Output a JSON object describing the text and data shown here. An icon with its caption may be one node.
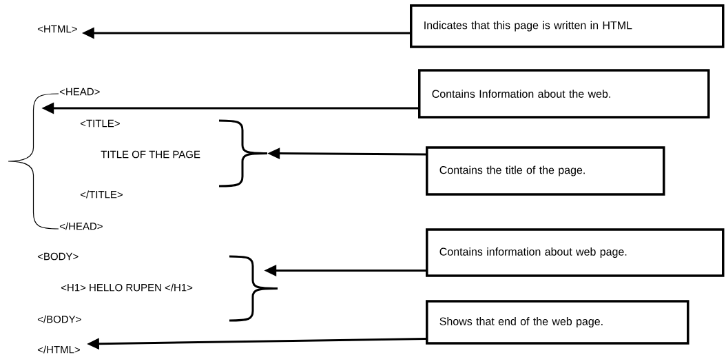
{
  "diagram": {
    "nodes": [
      {
        "text": [
          "<HTML>"
        ]
      },
      {
        "text": [
          "Indicates that this page is written in HTML"
        ]
      },
      {
        "text": [],
        "shape": "brace"
      },
      {
        "text": [
          "Contains Information about the web."
        ]
      },
      {
        "text": [],
        "shape": "brace"
      },
      {
        "text": [
          "Contains the title of the page."
        ]
      },
      {
        "text": [],
        "shape": "brace"
      },
      {
        "text": [
          "Contains information about web page."
        ]
      },
      {
        "text": [
          "Shows that end of the web page."
        ]
      },
      {
        "text": [
          "</HTML>"
        ]
      }
    ],
    "edges": [
      {
        "from": 1,
        "to": 0,
        "arrow": "to"
      },
      {
        "from": 3,
        "to": 2,
        "arrow": "to"
      },
      {
        "from": 5,
        "to": 4,
        "arrow": "to"
      },
      {
        "from": 7,
        "to": 6,
        "arrow": "to"
      },
      {
        "from": 8,
        "to": 9,
        "arrow": "to"
      }
    ],
    "labels": [
      "<HEAD>",
      "<TITLE>",
      "TITLE OF THE PAGE",
      "</TITLE>",
      "</HEAD>",
      "<BODY>",
      "<H1> HELLO RUPEN </H1>",
      "</BODY>"
    ]
  }
}
